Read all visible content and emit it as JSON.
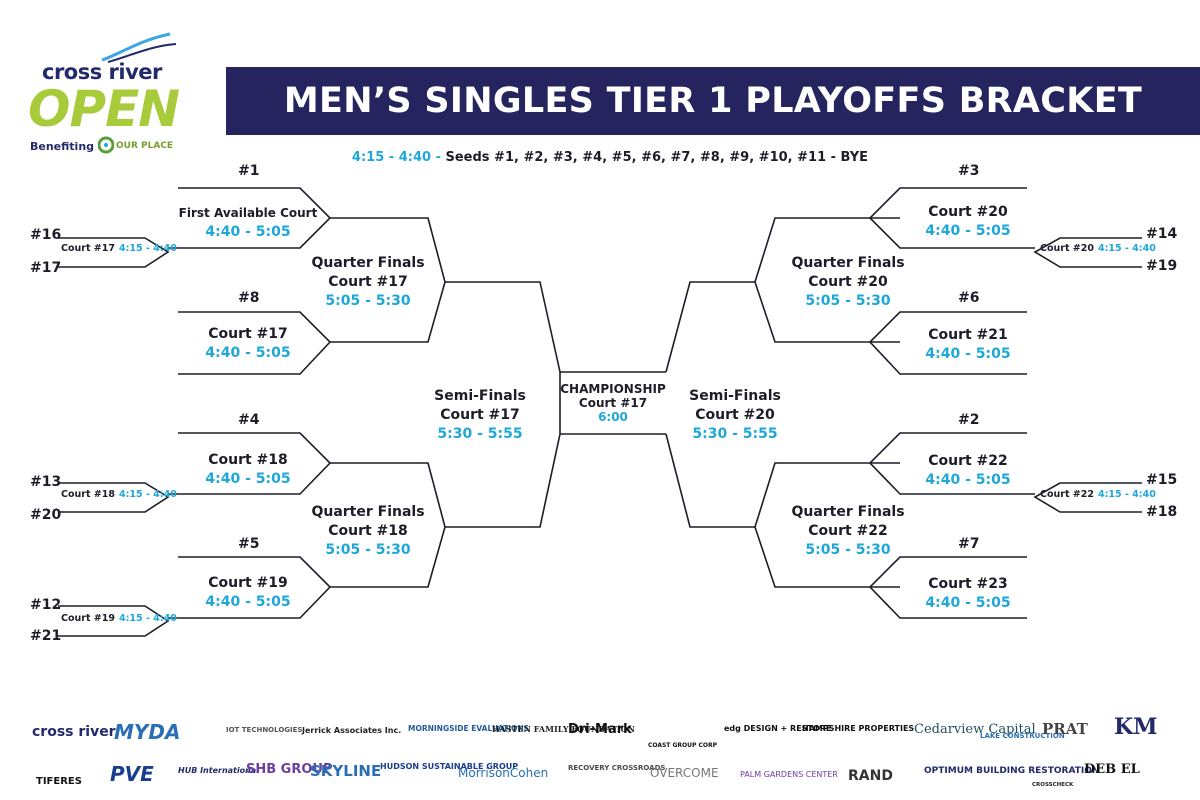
{
  "logo": {
    "brand_top": "cross river",
    "brand_main": "OPEN",
    "benefiting": "Benefiting",
    "charity": "OUR PLACE"
  },
  "title": "MEN’S SINGLES TIER 1 PLAYOFFS BRACKET",
  "schedule": {
    "time": "4:15 - 4:40 -",
    "text": " Seeds #1, #2, #3, #4, #5, #6, #7, #8, #9, #10, #11 - BYE"
  },
  "left": {
    "seeds": {
      "s1": "#1",
      "s8": "#8",
      "s4": "#4",
      "s5": "#5",
      "s16": "#16",
      "s17": "#17",
      "s13": "#13",
      "s20": "#20",
      "s12": "#12",
      "s21": "#21"
    },
    "r1": [
      {
        "court": "First Available Court",
        "time": "4:40 - 5:05"
      },
      {
        "court": "Court #17",
        "time": "4:40 - 5:05"
      },
      {
        "court": "Court #18",
        "time": "4:40 - 5:05"
      },
      {
        "court": "Court #19",
        "time": "4:40 - 5:05"
      }
    ],
    "mini": [
      {
        "court": "Court #17",
        "time": "4:15 - 4:40"
      },
      {
        "court": "Court #18",
        "time": "4:15 - 4:40"
      },
      {
        "court": "Court #19",
        "time": "4:15 - 4:40"
      }
    ],
    "qf": [
      {
        "round": "Quarter Finals",
        "court": "Court #17",
        "time": "5:05 - 5:30"
      },
      {
        "round": "Quarter Finals",
        "court": "Court #18",
        "time": "5:05 - 5:30"
      }
    ],
    "sf": {
      "round": "Semi-Finals",
      "court": "Court #17",
      "time": "5:30 - 5:55"
    }
  },
  "right": {
    "seeds": {
      "s3": "#3",
      "s6": "#6",
      "s2": "#2",
      "s7": "#7",
      "s14": "#14",
      "s19": "#19",
      "s15": "#15",
      "s18": "#18"
    },
    "r1": [
      {
        "court": "Court #20",
        "time": "4:40 - 5:05"
      },
      {
        "court": "Court #21",
        "time": "4:40 - 5:05"
      },
      {
        "court": "Court #22",
        "time": "4:40 - 5:05"
      },
      {
        "court": "Court #23",
        "time": "4:40 - 5:05"
      }
    ],
    "mini": [
      {
        "court": "Court #20",
        "time": "4:15 - 4:40"
      },
      {
        "court": "Court #22",
        "time": "4:15 - 4:40"
      }
    ],
    "qf": [
      {
        "round": "Quarter Finals",
        "court": "Court #20",
        "time": "5:05 - 5:30"
      },
      {
        "round": "Quarter Finals",
        "court": "Court #22",
        "time": "5:05 - 5:30"
      }
    ],
    "sf": {
      "round": "Semi-Finals",
      "court": "Court #20",
      "time": "5:30 - 5:55"
    }
  },
  "championship": {
    "label": "CHAMPIONSHIP",
    "court": "Court #17",
    "time": "6:00"
  },
  "sponsors": [
    "cross river",
    "MYDA",
    "IOT TECHNOLOGIES",
    "Jerrick Associates Inc.",
    "MORNINGSIDE EVALUATIONS",
    "HASTEN FAMILY FOUNDATION",
    "Dri-Mark",
    "COAST GROUP CORP",
    "edg DESIGN + RESTORE",
    "HAMPSHIRE PROPERTIES",
    "Cedarview Capital",
    "LAKE CONSTRUCTION",
    "PRAT",
    "KM",
    "TIFERES",
    "PVE",
    "HUB International",
    "SHB GROUP",
    "SKYLINE",
    "HUDSON SUSTAINABLE GROUP",
    "MorrisonCohen",
    "RECOVERY CROSSROADS",
    "OVERCOME",
    "PALM GARDENS CENTER",
    "RAND",
    "OPTIMUM BUILDING RESTORATION",
    "CROSSCHECK",
    "DEB EL"
  ]
}
